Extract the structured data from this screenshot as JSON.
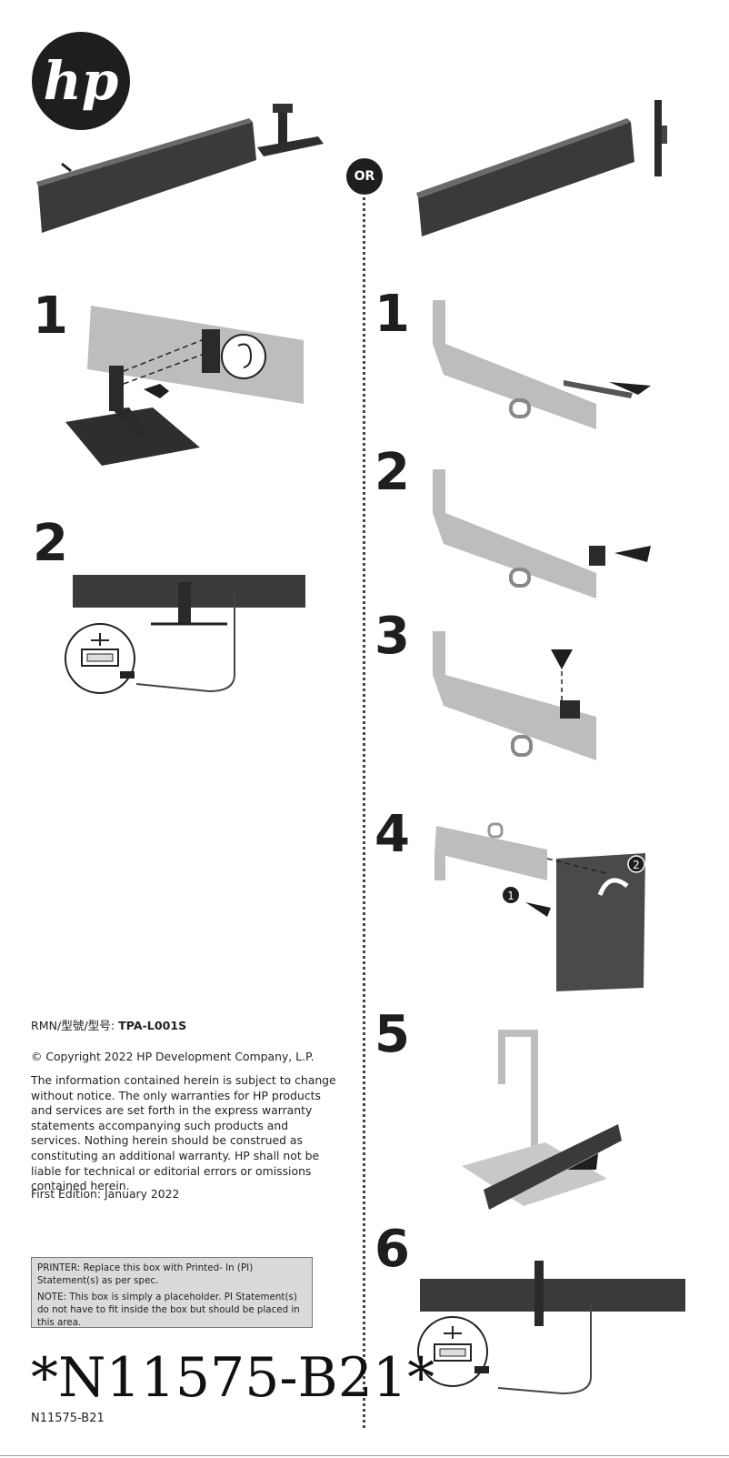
{
  "brand": {
    "logo_text": "hp"
  },
  "or_label": "OR",
  "left_steps": [
    "1",
    "2"
  ],
  "right_steps": [
    "1",
    "2",
    "3",
    "4",
    "5",
    "6"
  ],
  "callouts": {
    "a": "1",
    "b": "2"
  },
  "model": {
    "prefix": "RMN/型號/型号: ",
    "value": "TPA-L001S"
  },
  "copyright": "© Copyright 2022 HP Development Company, L.P.",
  "disclaimer": "The information contained herein is subject to change without notice. The only warranties for HP products and services are set forth in the express warranty statements accompanying such products and services. Nothing herein should be construed as constituting an additional warranty. HP shall not be liable for technical or editorial errors or omissions contained herein.",
  "edition": "First Edition: January 2022",
  "pi_box": {
    "line1": "PRINTER: Replace this box with Printed- In (PI) Statement(s) as per spec.",
    "line2": "NOTE: This box is simply a placeholder. PI Statement(s) do not have to fit inside the box but should be placed in this area."
  },
  "barcode_text": "*N11575-B21*",
  "part_number": "N11575-B21",
  "colors": {
    "ink": "#1e1e1e",
    "bar_dark": "#3a3a3a",
    "bar_light": "#bdbdbd",
    "box_fill": "#dadada"
  }
}
